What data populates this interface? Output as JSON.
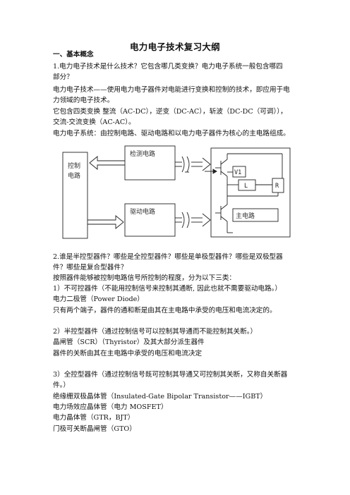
{
  "document": {
    "title": "电力电子技术复习大纲",
    "section1_heading": "一、基本概念",
    "q1_line1": "1.电力电子技术是什么技术？它包含哪几类变换？电力电子系统一般包含哪四",
    "q1_line2": "部分？",
    "a1_line1": "电力电子技术——使用电力电子器件对电能进行变换和控制的技术，即应用于电",
    "a1_line2": "力领域的电子技术。",
    "a1_line3": "它包含四类变换  整流（AC-DC），逆变（DC-AC），斩波（DC-DC（可调）），",
    "a1_line4": "交流-交流变换（AC-AC）。",
    "a1_line5": "电力电子系统：由控制电路、驱动电路和以电力电子器件为核心的主电路组成。",
    "q2_line1": "2.谁是半控型器件？哪些是全控型器件？哪些是单极型器件？哪些是双极型器",
    "q2_line2": "件？哪些是复合型器件？",
    "q2_line3": "按照器件能够被控制电路信号所控制的程度，分为以下三类：",
    "c1_line1": "1）不可控器件（不能用控制信号来控制其通断, 因此也就不需要驱动电路。）",
    "c1_line2": "电力二极管（Power Diode）",
    "c1_line3": "只有两个端子，器件的通和断是由其在主电路中承受的电压和电流决定的。",
    "c2_line1": "2）半控型器件（通过控制信号可以控制其导通而不能控制其关断。）",
    "c2_line2": "晶闸管（SCR）（Thyristor）及其大部分派生器件",
    "c2_line3": "器件的关断由其在主电路中承受的电压和电流决定",
    "c3_line1": "3）全控型器件（通过控制信号既可控制其导通又可控制其关断，又称自关断器",
    "c3_line2": "件。）",
    "c3_line3": "绝缘栅双极晶体管（Insulated-Gate Bipolar Transistor——IGBT）",
    "c3_line4": "电力场效应晶体管（电力 MOSFET）",
    "c3_line5": "电力晶体管（GTR，BJT）",
    "c3_line6": "门极可关断晶闸管（GTO）"
  },
  "diagram": {
    "control_label_1": "控制",
    "control_label_2": "电路",
    "detect_label": "检测电路",
    "drive_label": "驱动电路",
    "main_label": "主电路",
    "v1_label": "V1",
    "l_label": "L",
    "r_label": "R"
  }
}
